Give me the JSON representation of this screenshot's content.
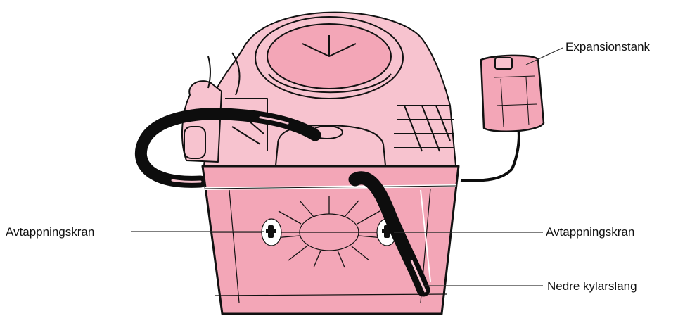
{
  "diagram": {
    "labels": {
      "expansion_tank": "Expansionstank",
      "drain_left": "Avtappningskran",
      "drain_right": "Avtappningskran",
      "lower_hose": "Nedre kylarslang"
    },
    "colors": {
      "body": "#f3a6b7",
      "body_light": "#f7c3cf",
      "outline": "#111111",
      "hose": "#0d0d0d",
      "background": "#ffffff"
    }
  }
}
